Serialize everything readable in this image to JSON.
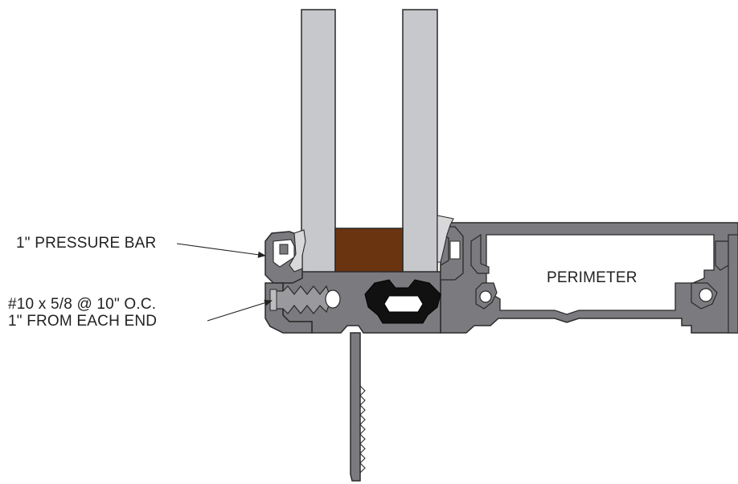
{
  "labels": {
    "pressure_bar": "1\" PRESSURE BAR",
    "fastener_line1": "#10 x 5/8 @ 10\" O.C.",
    "fastener_line2": "1\" FROM EACH END",
    "perimeter": "PERIMETER"
  },
  "colors": {
    "glass": "#c6c8cc",
    "setting_block": "#6b3410",
    "aluminum": "#7b7b7f",
    "outline": "#2a2a2a",
    "gasket": "#111111",
    "background": "#ffffff"
  }
}
